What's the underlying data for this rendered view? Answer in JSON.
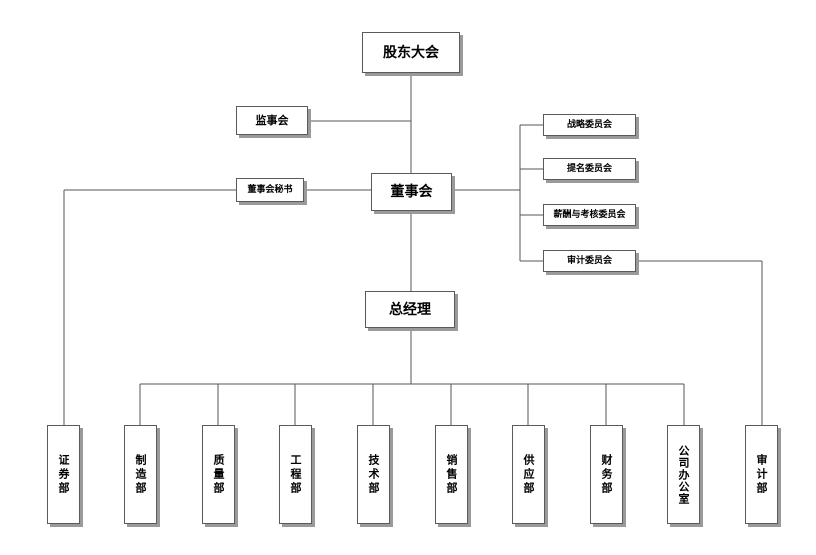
{
  "nodes": {
    "shareholders": "股东大会",
    "supervisors": "监事会",
    "board": "董事会",
    "board_secretary": "董事会秘书",
    "strategy_committee": "战略委员会",
    "nomination_committee": "提名委员会",
    "compensation_committee": "薪酬与考核委员会",
    "audit_committee": "审计委员会",
    "general_manager": "总经理"
  },
  "departments": {
    "securities": "证券部",
    "manufacturing": "制造部",
    "quality": "质量部",
    "engineering": "工程部",
    "technology": "技术部",
    "sales": "销售部",
    "supply": "供应部",
    "finance": "财务部",
    "office": "公司办公室",
    "audit": "审计部"
  },
  "colors": {
    "line": "#555555",
    "border": "#5a5a5a",
    "shadow": "#9a9a9a"
  }
}
